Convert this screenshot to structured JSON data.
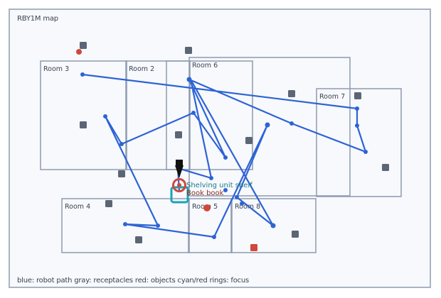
{
  "map": {
    "title": "RBY1M map",
    "legend": "blue: robot path  gray: receptacles  red: objects  cyan/red rings: focus",
    "colors": {
      "path": "#2d63d6",
      "receptacle": "#5b6675",
      "object": "#d0483b",
      "room_border": "#8d9ab0",
      "focus_cyan": "#1aa3b8",
      "focus_red": "#d0483b",
      "robot": "#111111"
    },
    "rooms": [
      {
        "id": "room-3",
        "label": "Room 3"
      },
      {
        "id": "room-2",
        "label": "Room 2"
      },
      {
        "id": "room-6",
        "label": "Room 6"
      },
      {
        "id": "room-7",
        "label": "Room 7"
      },
      {
        "id": "room-4",
        "label": "Room 4"
      },
      {
        "id": "room-5",
        "label": "Room 5"
      },
      {
        "id": "room-8",
        "label": "Room 8"
      }
    ],
    "focus": {
      "receptacle_label": "Shelving unit shelf",
      "object_label": "Book book"
    }
  }
}
